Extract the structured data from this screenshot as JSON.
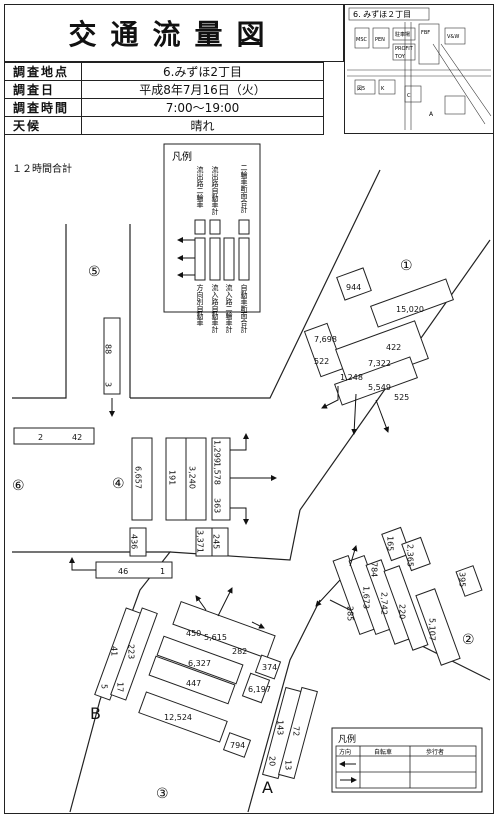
{
  "title": "交通流量図",
  "info": [
    {
      "label": "調査地点",
      "value": "6.みずほ2丁目"
    },
    {
      "label": "調査日",
      "value": "平成8年7月16日（火）"
    },
    {
      "label": "調査時間",
      "value": "7:00〜19:00"
    },
    {
      "label": "天候",
      "value": "晴れ"
    }
  ],
  "location_map": {
    "caption": "6. みずほ２丁目",
    "labels": [
      "MSC",
      "PEN",
      "駐車場",
      "FBF",
      "PROFIT",
      "TOY",
      "V&W",
      "図5",
      "K",
      "C",
      "A"
    ]
  },
  "note_12h": "１２時間合計",
  "legend": {
    "title": "凡例",
    "top_labels": [
      "流出路二輪車",
      "流出路自動車計",
      "二輪車断面合計"
    ],
    "bottom_labels": [
      "方向別自動車",
      "流入路自動車計",
      "流入路二輪車計",
      "自動車断面合計"
    ]
  },
  "legend_small": {
    "title": "凡例",
    "headers": [
      "方向",
      "自転車",
      "歩行者"
    ]
  },
  "approaches": {
    "n1": "①",
    "n2": "②",
    "n3": "③",
    "n4": "④",
    "n5": "⑤",
    "n6": "⑥",
    "A": "A",
    "B": "B"
  },
  "values": {
    "v944": "944",
    "v15020": "15,020",
    "v7698": "7,698",
    "v422": "422",
    "v7322": "7,322",
    "v522": "522",
    "v1248": "1,248",
    "v5549": "5,549",
    "v525": "525",
    "v88": "88",
    "v3": "3",
    "v2": "2",
    "v42": "42",
    "v6657": "6,657",
    "v191": "191",
    "v3240": "3,240",
    "v1299": "1,299",
    "v1578": "1,578",
    "v363": "363",
    "v436": "436",
    "v3371": "3,371",
    "v245": "245",
    "v46": "46",
    "v1": "1",
    "v165": "165",
    "v2365": "2,365",
    "v784": "784",
    "v395": "395",
    "v285": "285",
    "v1673": "1,673",
    "v2742": "2,742",
    "v220": "220",
    "v5107": "5,107",
    "v450": "450",
    "v5615": "5,615",
    "v282": "282",
    "v6327": "6,327",
    "v447": "447",
    "v374": "374",
    "v6197": "6,197",
    "v12524": "12,524",
    "v794": "794",
    "v41": "41",
    "v223": "223",
    "v5": "5",
    "v17": "17",
    "v143": "143",
    "v72": "72",
    "v20": "20",
    "v13": "13"
  }
}
